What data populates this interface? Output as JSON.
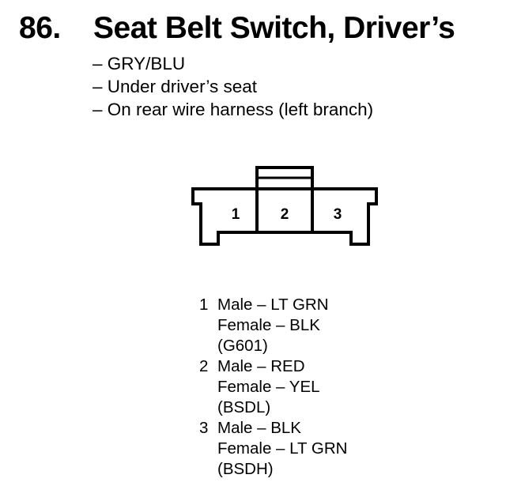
{
  "title": {
    "number": "86.",
    "text": "Seat Belt Switch, Driver’s"
  },
  "info": [
    "– GRY/BLU",
    "– Under driver’s seat",
    "– On rear wire harness (left branch)"
  ],
  "connector": {
    "cavities": [
      "1",
      "2",
      "3"
    ]
  },
  "pins": [
    {
      "num": "1",
      "lines": [
        "Male – LT GRN",
        "Female – BLK",
        "(G601)"
      ]
    },
    {
      "num": "2",
      "lines": [
        "Male – RED",
        "Female – YEL",
        "(BSDL)"
      ]
    },
    {
      "num": "3",
      "lines": [
        "Male – BLK",
        "Female – LT GRN",
        "(BSDH)"
      ]
    }
  ]
}
